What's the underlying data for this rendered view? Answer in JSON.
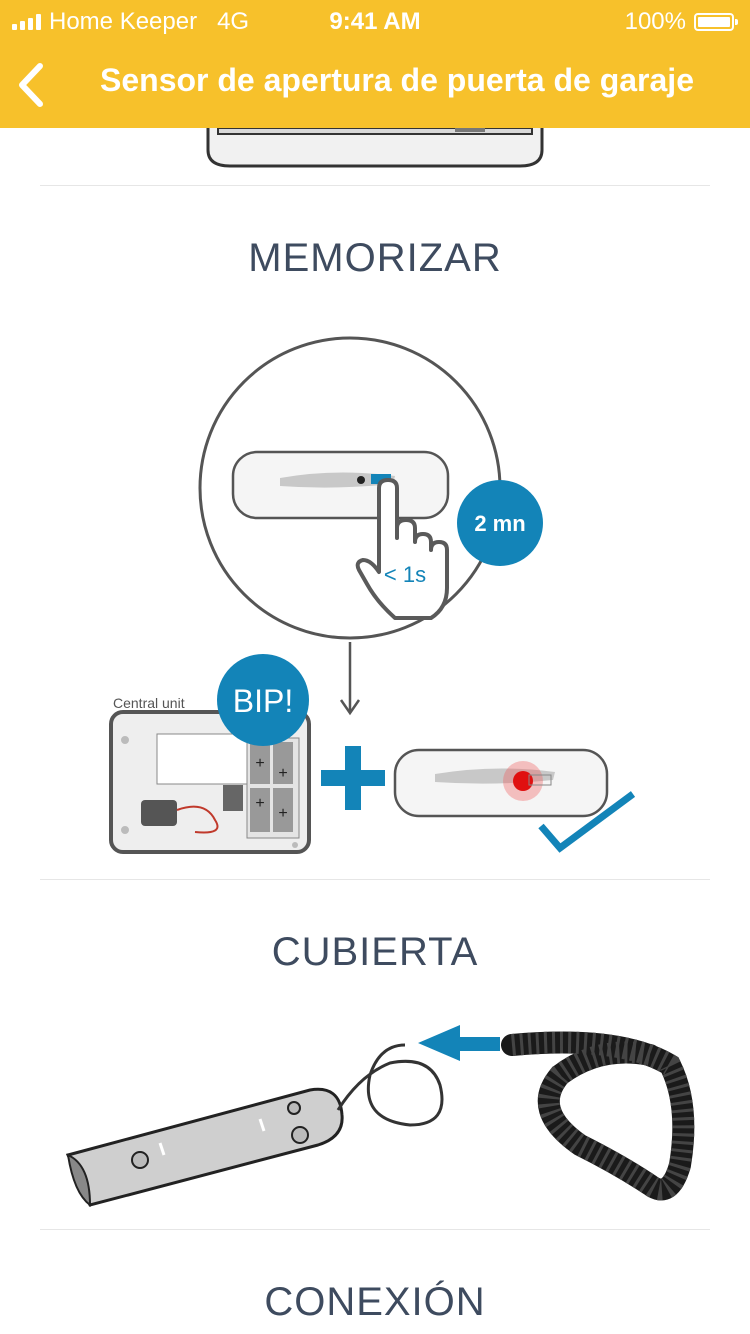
{
  "status_bar": {
    "carrier": "Home Keeper",
    "network": "4G",
    "time": "9:41 AM",
    "battery": "100%"
  },
  "header": {
    "title": "Sensor de apertura de puerta de garaje",
    "back_icon": "chevron-left-icon"
  },
  "sections": [
    {
      "title": "MEMORIZAR",
      "labels": {
        "timer": "2 mn",
        "press": "< 1s",
        "beep": "BIP!",
        "central_unit": "Central unit"
      }
    },
    {
      "title": "CUBIERTA"
    },
    {
      "title": "CONEXIÓN"
    }
  ],
  "colors": {
    "header": "#f7c12b",
    "accent_blue": "#1384b8",
    "text": "#3e4b5f"
  }
}
